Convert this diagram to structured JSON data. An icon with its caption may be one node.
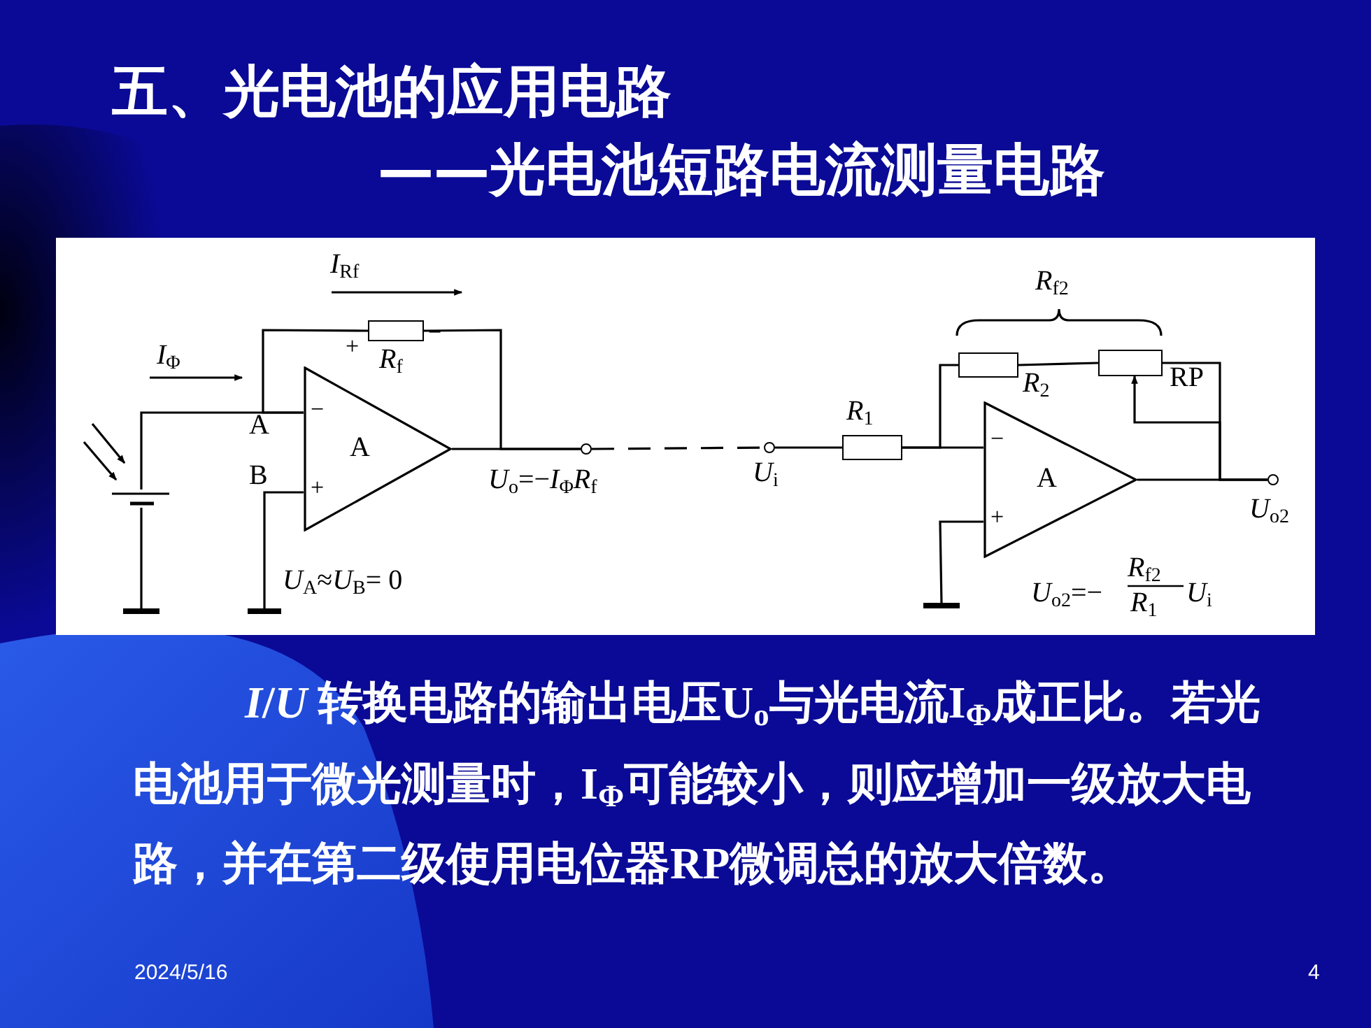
{
  "diagram": {
    "title": "五、光电池的应用电路",
    "nodes": [
      {
        "text": [],
        "shape": "cell"
      },
      {
        "text": [],
        "shape": "box",
        "beside": [
          "+",
          "*R*$_{f}$",
          "−"
        ]
      },
      {
        "text": [
          "−",
          "A",
          "+"
        ]
      },
      {
        "text": [],
        "shape": "bar"
      },
      {
        "text": [],
        "shape": "bar"
      },
      {
        "text": [],
        "shape": "circle"
      },
      {
        "text": [],
        "shape": "circle",
        "beside": [
          "*U*$_{i}$"
        ]
      },
      {
        "text": [],
        "shape": "box",
        "beside": [
          "*R*$_{1}$"
        ]
      },
      {
        "text": [
          "−",
          "A",
          "+"
        ]
      },
      {
        "text": [],
        "shape": "box",
        "beside": [
          "*R*$_{2}$"
        ]
      },
      {
        "text": [],
        "shape": "box",
        "beside": [
          "RP"
        ]
      },
      {
        "text": [],
        "shape": "circle",
        "beside": [
          "*U*$_{o2}$"
        ]
      },
      {
        "text": [],
        "shape": "bar"
      }
    ],
    "edges": [
      {
        "from": 0,
        "to": 2,
        "arrow": "none"
      },
      {
        "from": 1,
        "to": 2,
        "arrow": "none"
      },
      {
        "from": 0,
        "to": 3,
        "arrow": "none"
      },
      {
        "from": 2,
        "to": 4,
        "arrow": "none"
      },
      {
        "from": 2,
        "to": 5,
        "arrow": "none"
      },
      {
        "from": 1,
        "to": 5,
        "arrow": "none"
      },
      {
        "from": 5,
        "to": 6,
        "arrow": "none",
        "style": "dashed"
      },
      {
        "from": 6,
        "to": 7,
        "arrow": "none"
      },
      {
        "from": 7,
        "to": 8,
        "arrow": "none"
      },
      {
        "from": 7,
        "to": 9,
        "arrow": "none"
      },
      {
        "from": 9,
        "to": 10,
        "arrow": "none"
      },
      {
        "from": 10,
        "to": 11,
        "arrow": "none"
      },
      {
        "from": 8,
        "to": 11,
        "arrow": "none"
      },
      {
        "from": 11,
        "to": 10,
        "arrow": "to"
      },
      {
        "from": 8,
        "to": 12,
        "arrow": "none"
      }
    ],
    "labels": [
      "——光电池短路电流测量电路",
      "*I*$_{Rf}$",
      "*R*$_{f2}$",
      "*I*$_{Φ}$",
      "A",
      "B",
      "*U*$_{o}$=−*I*$_{Φ}$*R*$_{f}$",
      "*U*$_{A}$≈*U*$_{B}$= 0",
      "*U*$_{o2}$=−",
      "*R*$_{f2}$",
      "*R*$_{1}$",
      "*U*$_{i}$",
      "*I*/*U* 转换电路的输出电压U$_{o}$与光电流I$_{Φ}$成正比。若光电池用于微光测量时，I$_{Φ}$可能较小，则应增加一级放大电路，并在第二级使用电位器RP微调总的放大倍数。",
      "2024/5/16",
      "4"
    ]
  }
}
